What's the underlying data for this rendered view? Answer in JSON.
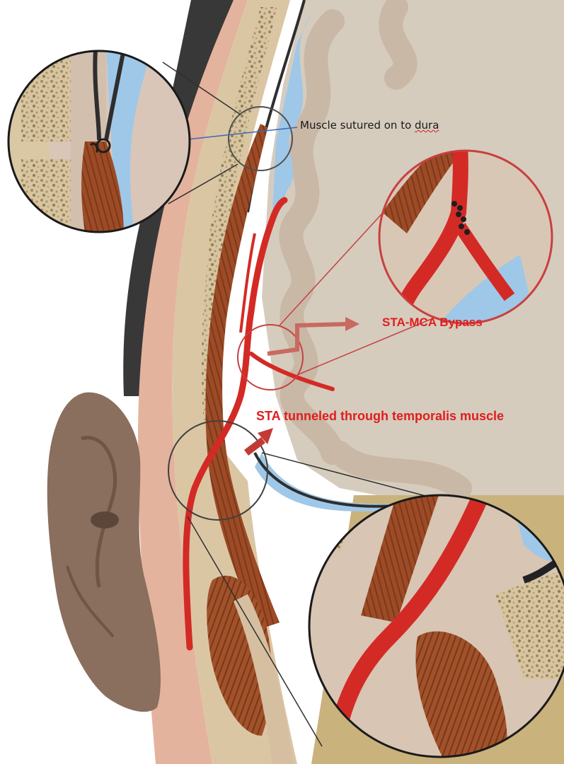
{
  "labels": {
    "muscle_sutured": "Muscle sutured on to ",
    "muscle_sutured_tail": "dura",
    "sta_mca_bypass": "STA-MCA Bypass",
    "sta_tunneled": "STA tunneled through temporalis muscle"
  },
  "colors": {
    "artery": "#d42a25",
    "muscle": "#9a4a26",
    "bone": "#d9c5a5",
    "dura_csf": "#9fc8e8",
    "brain": "#d6cbbd",
    "skin": "#e7b8a4",
    "hair": "#383838",
    "ear": "#8a6e5e",
    "annotation_red": "#e01e1e"
  }
}
